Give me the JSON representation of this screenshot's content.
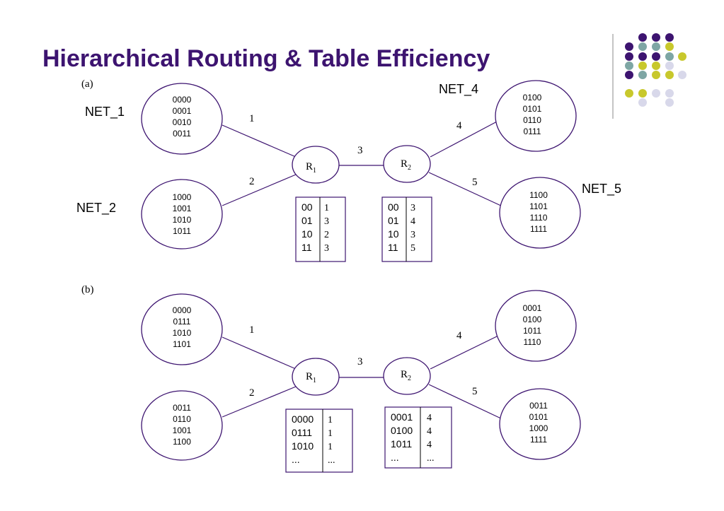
{
  "title": "Hierarchical Routing & Table Efficiency",
  "colors": {
    "title": "#3d1470",
    "purple": "#3d1470",
    "teal": "#7ea6a4",
    "yellow": "#c8c82c",
    "lavender": "#d8d8ea"
  },
  "panel_a": {
    "label": "(a)",
    "net_labels": {
      "net1": "NET_1",
      "net2": "NET_2",
      "net4": "NET_4",
      "net5": "NET_5"
    },
    "net1_addrs": [
      "0000",
      "0001",
      "0010",
      "0011"
    ],
    "net2_addrs": [
      "1000",
      "1001",
      "1010",
      "1011"
    ],
    "net4_addrs": [
      "0100",
      "0101",
      "0110",
      "0111"
    ],
    "net5_addrs": [
      "1100",
      "1101",
      "1110",
      "1111"
    ],
    "router1": {
      "name": "R",
      "sub": "1"
    },
    "router2": {
      "name": "R",
      "sub": "2"
    },
    "links": {
      "l1": "1",
      "l2": "2",
      "l3": "3",
      "l4": "4",
      "l5": "5"
    },
    "table_r1": [
      {
        "dest": "00",
        "port": "1"
      },
      {
        "dest": "01",
        "port": "3"
      },
      {
        "dest": "10",
        "port": "2"
      },
      {
        "dest": "11",
        "port": "3"
      }
    ],
    "table_r2": [
      {
        "dest": "00",
        "port": "3"
      },
      {
        "dest": "01",
        "port": "4"
      },
      {
        "dest": "10",
        "port": "3"
      },
      {
        "dest": "11",
        "port": "5"
      }
    ]
  },
  "panel_b": {
    "label": "(b)",
    "n1_addrs": [
      "0000",
      "0111",
      "1010",
      "1101"
    ],
    "n2_addrs": [
      "0011",
      "0110",
      "1001",
      "1100"
    ],
    "n4_addrs": [
      "0001",
      "0100",
      "1011",
      "1110"
    ],
    "n5_addrs": [
      "0011",
      "0101",
      "1000",
      "1111"
    ],
    "router1": {
      "name": "R",
      "sub": "1"
    },
    "router2": {
      "name": "R",
      "sub": "2"
    },
    "links": {
      "l1": "1",
      "l2": "2",
      "l3": "3",
      "l4": "4",
      "l5": "5"
    },
    "table_r1": [
      {
        "dest": "0000",
        "port": "1"
      },
      {
        "dest": "0111",
        "port": "1"
      },
      {
        "dest": "1010",
        "port": "1"
      },
      {
        "dest": "...",
        "port": "..."
      }
    ],
    "table_r2": [
      {
        "dest": "0001",
        "port": "4"
      },
      {
        "dest": "0100",
        "port": "4"
      },
      {
        "dest": "1011",
        "port": "4"
      },
      {
        "dest": "...",
        "port": "..."
      }
    ]
  }
}
